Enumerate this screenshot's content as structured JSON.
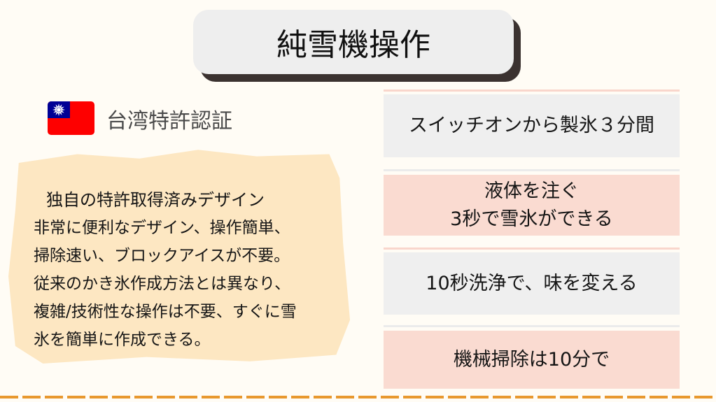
{
  "title": "純雪機操作",
  "certification": {
    "flag_icon": "taiwan-flag-icon",
    "label": "台湾特許認証"
  },
  "description": {
    "lines": [
      "独自の特許取得済みデザイン",
      "非常に便利なデザイン、操作簡単、",
      "掃除速い、ブロックアイスが不要。",
      "従来のかき氷作成方法とは異なり、",
      "複雑/技術性な操作は不要、すぐに雪",
      "氷を簡単に作成できる。"
    ]
  },
  "steps": [
    {
      "lines": [
        "スイッチオンから製氷３分間"
      ]
    },
    {
      "lines": [
        "液体を注ぐ",
        "3秒で雪氷ができる"
      ]
    },
    {
      "lines": [
        "10秒洗浄で、味を変える"
      ]
    },
    {
      "lines": [
        "機械掃除は10分で"
      ]
    }
  ],
  "colors": {
    "accent": "#e8982e",
    "gray_box": "#efefef",
    "pink_box": "#fadbd1",
    "paper": "#fde7c2"
  }
}
